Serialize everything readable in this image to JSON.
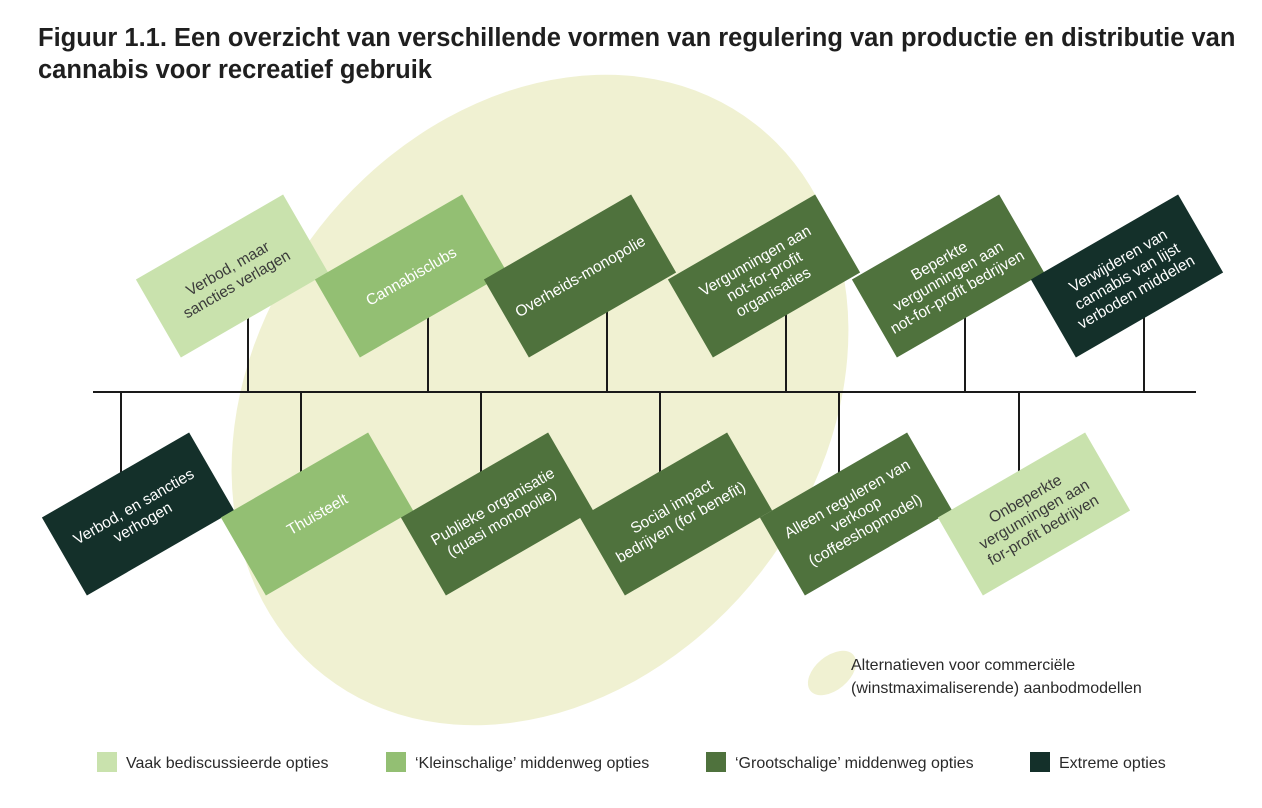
{
  "title": "Figuur 1.1. Een overzicht van verschillende vormen van regulering van productie en distributie van cannabis voor recreatief gebruik",
  "colors": {
    "ellipse": "#f0f1d2",
    "vaak": "#c9e2ad",
    "klein": "#93bf73",
    "groot": "#4f723d",
    "extreem": "#14302a",
    "line": "#1a1a1a"
  },
  "top_options": [
    {
      "lines": [
        "Verbod, maar",
        "sancties verlagen"
      ],
      "category": "vaak"
    },
    {
      "lines": [
        "Cannabisclubs"
      ],
      "category": "klein"
    },
    {
      "lines": [
        "Overheids-monopolie"
      ],
      "category": "groot"
    },
    {
      "lines": [
        "Vergunningen aan",
        "not-for-profit",
        "organisaties"
      ],
      "category": "groot"
    },
    {
      "lines": [
        "Beperkte",
        "vergunningen aan",
        "not-for-profit bedrijven"
      ],
      "category": "groot"
    },
    {
      "lines": [
        "Verwijderen van",
        "cannabis van lijst",
        "verboden middelen"
      ],
      "category": "extreem"
    }
  ],
  "bottom_options": [
    {
      "lines": [
        "Verbod, en sancties",
        "verhogen"
      ],
      "category": "extreem"
    },
    {
      "lines": [
        "Thuisteelt"
      ],
      "category": "klein"
    },
    {
      "lines": [
        "Publieke organisatie",
        "(quasi monopolie)"
      ],
      "category": "groot"
    },
    {
      "lines": [
        "Social impact",
        "bedrijven (for benefit)"
      ],
      "category": "groot"
    },
    {
      "lines": [
        "Alleen reguleren van",
        "verkoop",
        "(coffeeshopmodel)"
      ],
      "category": "groot"
    },
    {
      "lines": [
        "Onbeperkte",
        "vergunningen aan",
        "for-profit bedrijven"
      ],
      "category": "vaak"
    }
  ],
  "ellipse_legend": [
    "Alternatieven voor commerciële",
    "(winstmaximaliserende) aanbodmodellen"
  ],
  "legend": [
    {
      "key": "vaak",
      "label": "Vaak bediscussieerde opties"
    },
    {
      "key": "klein",
      "label": "‘Kleinschalige’ middenweg opties"
    },
    {
      "key": "groot",
      "label": "‘Grootschalige’ middenweg opties"
    },
    {
      "key": "extreem",
      "label": "Extreme opties"
    }
  ]
}
